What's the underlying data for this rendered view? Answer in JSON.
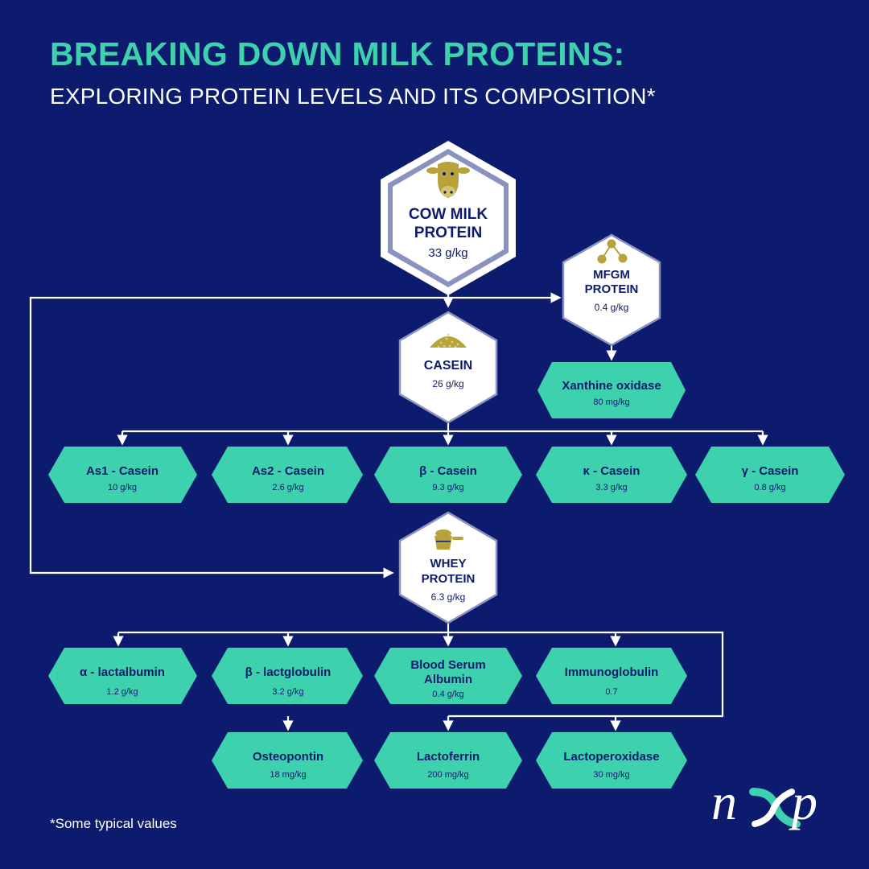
{
  "title": "BREAKING DOWN MILK PROTEINS:",
  "subtitle": "EXPLORING PROTEIN LEVELS AND ITS COMPOSITION*",
  "footnote": "*Some typical values",
  "logo_text": "nxp",
  "colors": {
    "background": "#0d1b6e",
    "accent": "#3dd2ad",
    "gold": "#b8a33a",
    "hex_fill": "#ffffff"
  },
  "nodes": {
    "cow_milk": {
      "line1": "COW MILK",
      "line2": "PROTEIN",
      "value": "33 g/kg",
      "icon": "cow-icon"
    },
    "mfgm": {
      "line1": "MFGM",
      "line2": "PROTEIN",
      "value": "0.4 g/kg",
      "icon": "molecule-icon"
    },
    "casein": {
      "line1": "CASEIN",
      "value": "26 g/kg",
      "icon": "powder-pile-icon"
    },
    "whey": {
      "line1": "WHEY",
      "line2": "PROTEIN",
      "value": "6.3 g/kg",
      "icon": "scoop-icon"
    },
    "xanthine": {
      "name": "Xanthine oxidase",
      "value": "80 mg/kg"
    },
    "caseins": [
      {
        "name": "As1 - Casein",
        "value": "10 g/kg"
      },
      {
        "name": "As2 - Casein",
        "value": "2.6 g/kg"
      },
      {
        "name": "β - Casein",
        "value": "9.3 g/kg"
      },
      {
        "name": "κ - Casein",
        "value": "3.3 g/kg"
      },
      {
        "name": "γ - Casein",
        "value": "0.8 g/kg"
      }
    ],
    "whey_row1": [
      {
        "name": "α - lactalbumin",
        "value": "1.2 g/kg"
      },
      {
        "name": "β - lactglobulin",
        "value": "3.2 g/kg"
      },
      {
        "name": "Blood Serum",
        "name2": "Albumin",
        "value": "0.4 g/kg"
      },
      {
        "name": "Immunoglobulin",
        "value": "0.7"
      }
    ],
    "whey_row2": [
      {
        "name": "Osteopontin",
        "value": "18 mg/kg"
      },
      {
        "name": "Lactoferrin",
        "value": "200 mg/kg"
      },
      {
        "name": "Lactoperoxidase",
        "value": "30 mg/kg"
      }
    ]
  }
}
